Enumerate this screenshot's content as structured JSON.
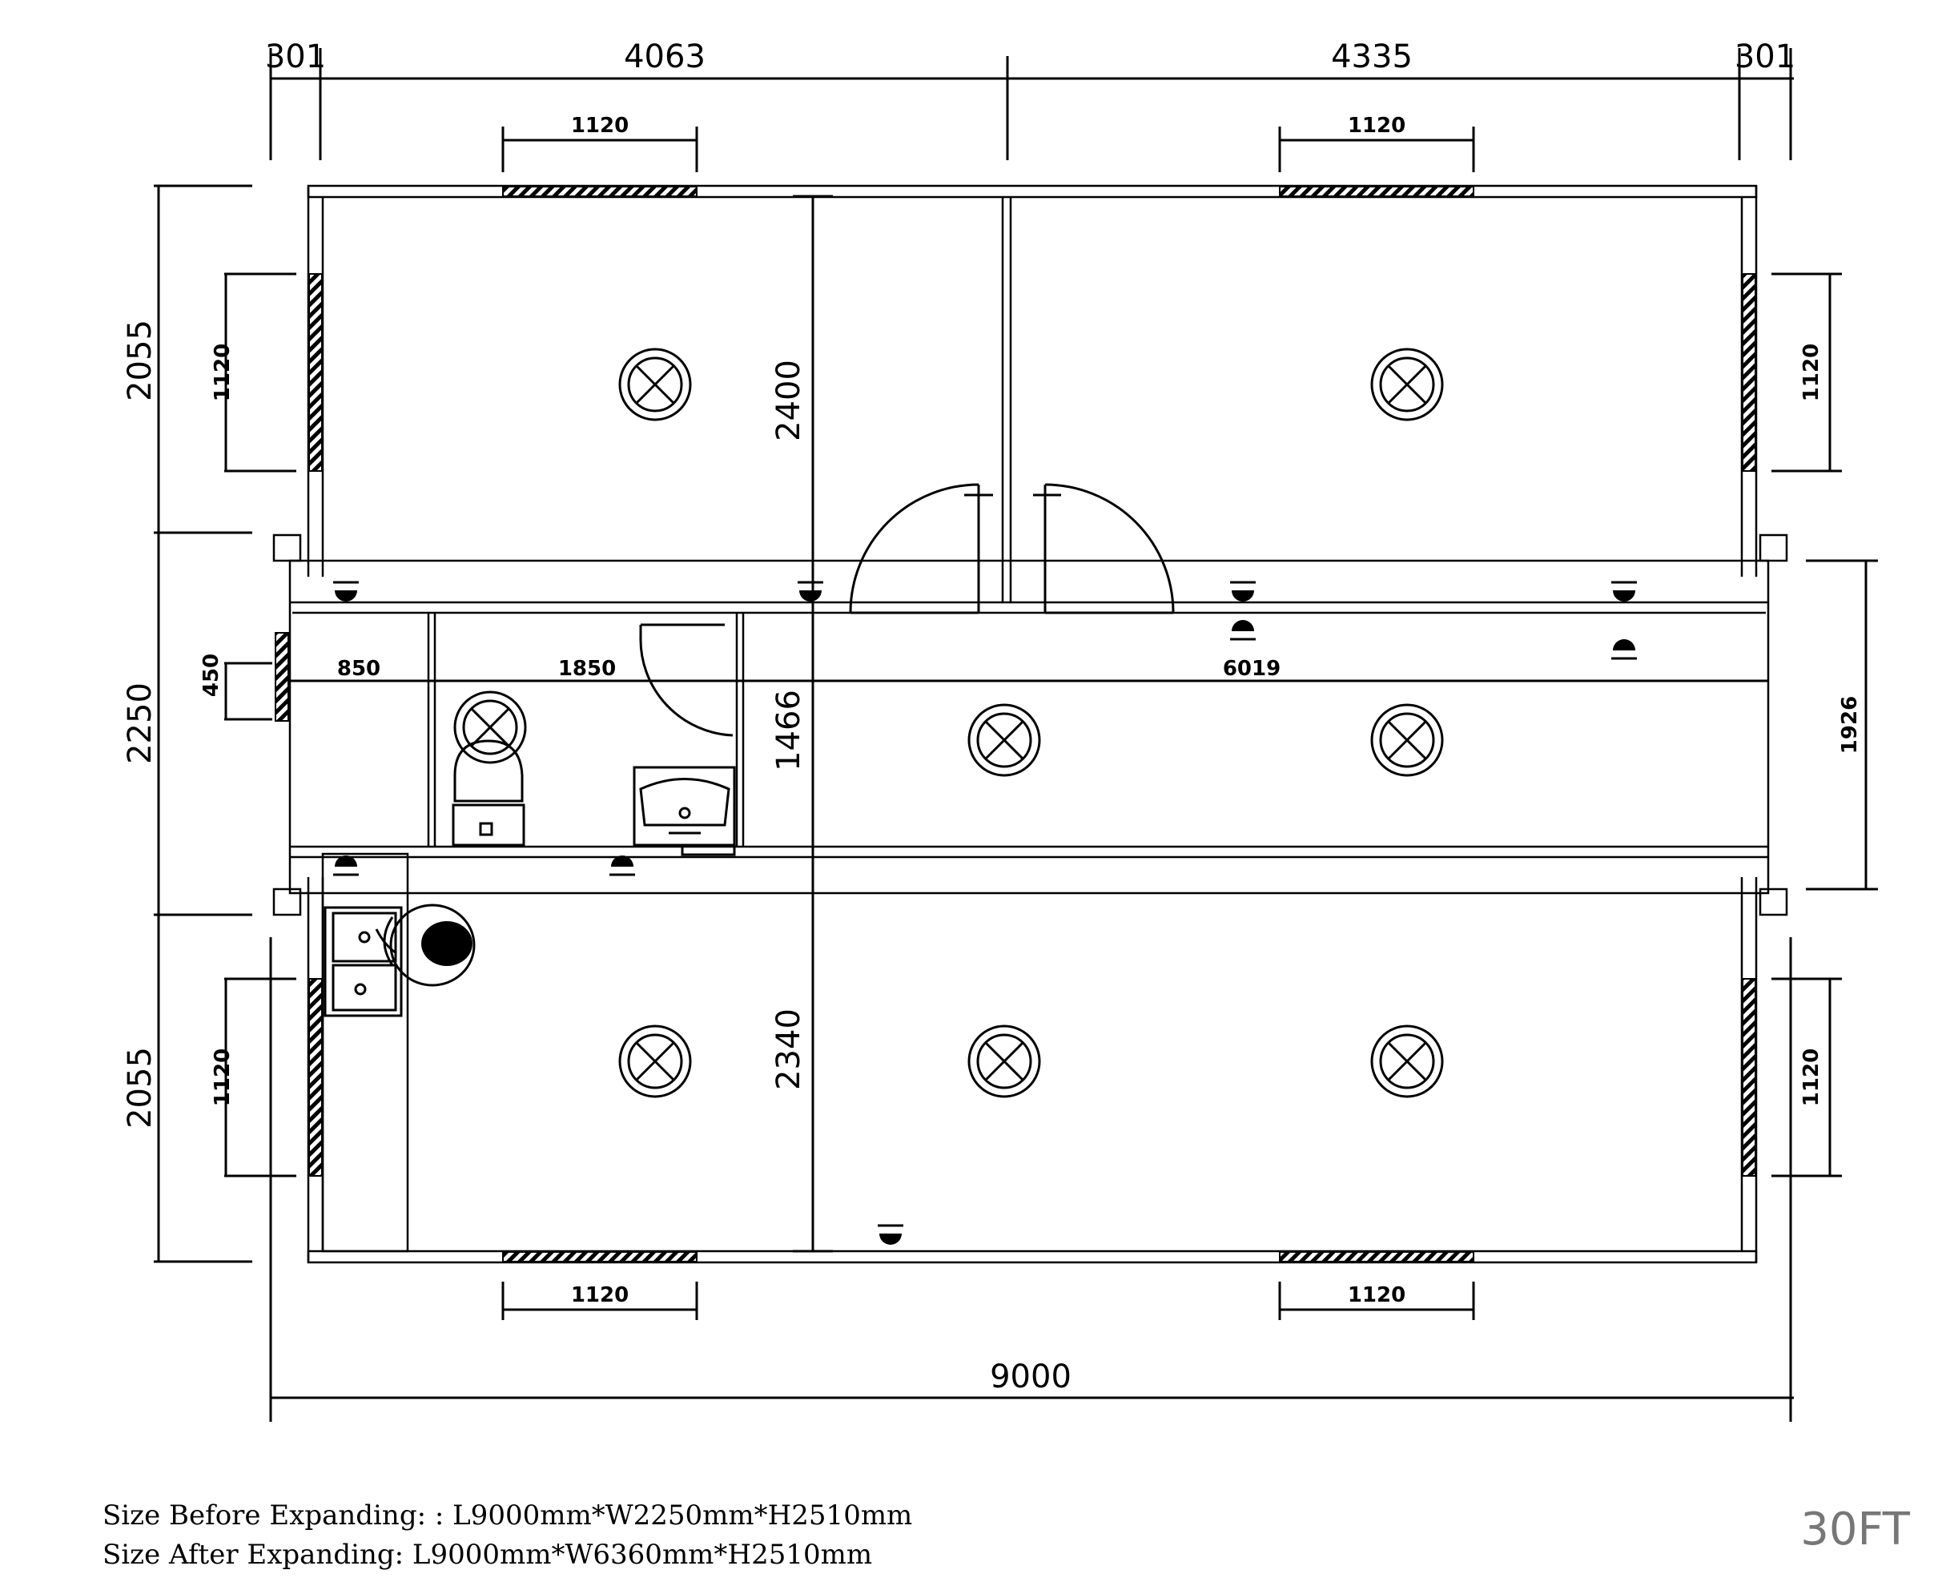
{
  "dimensions": {
    "top": [
      "301",
      "4063",
      "4335",
      "301"
    ],
    "window_widths": "1120",
    "left_heights": [
      "2055",
      "2250",
      "2055"
    ],
    "right_height": "1926",
    "interior": {
      "room_upper_height": "2400",
      "room_lower_height": "2340",
      "bath_height": "1466",
      "corridor_a": "850",
      "corridor_b": "1850",
      "corridor_c": "6019",
      "side_window": "450"
    },
    "total_length": "9000"
  },
  "notes": {
    "before": "Size Before Expanding: : L9000mm*W2250mm*H2510mm",
    "after": "Size After Expanding: L9000mm*W6360mm*H2510mm"
  },
  "model_tag": "30FT"
}
